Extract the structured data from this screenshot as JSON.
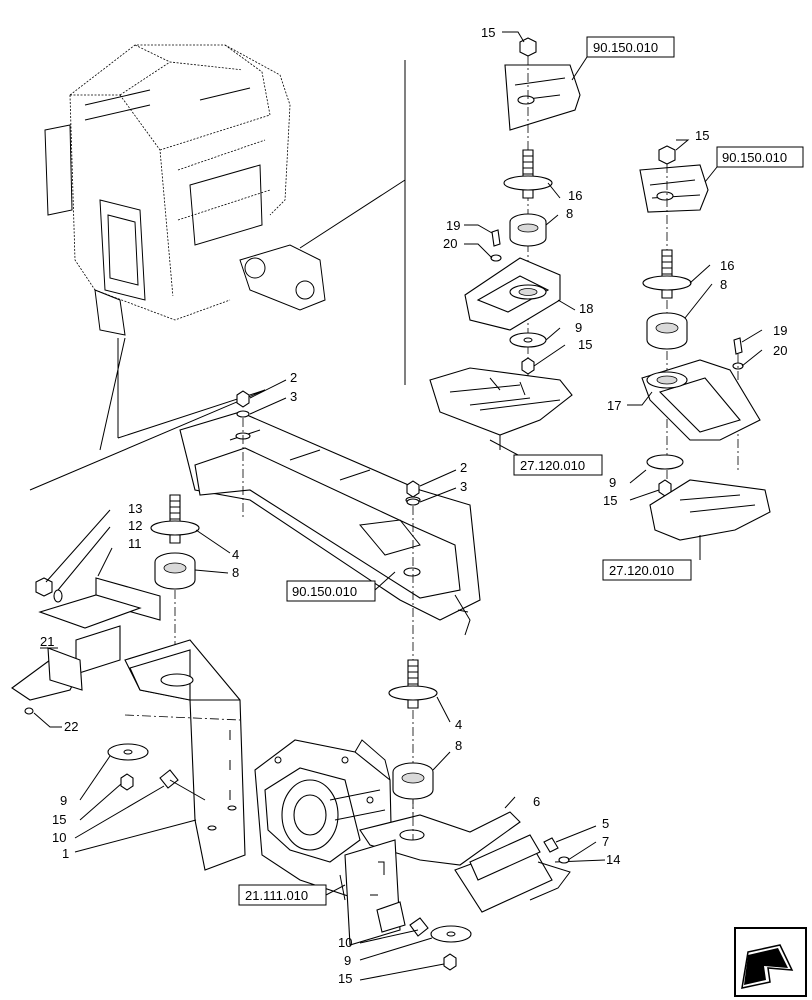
{
  "callouts": {
    "c15a": "15",
    "c16a": "16",
    "c8a": "8",
    "c19a": "19",
    "c20a": "20",
    "c18": "18",
    "c9a": "9",
    "c15b": "15",
    "c15c": "15",
    "c16b": "16",
    "c8b": "8",
    "c19b": "19",
    "c20b": "20",
    "c17": "17",
    "c9b": "9",
    "c15d": "15",
    "c2a": "2",
    "c3a": "3",
    "c2b": "2",
    "c3b": "3",
    "c13": "13",
    "c12": "12",
    "c11": "11",
    "c4a": "4",
    "c8c": "8",
    "c21": "21",
    "c22": "22",
    "c4b": "4",
    "c8d": "8",
    "c9c": "9",
    "c15e": "15",
    "c10a": "10",
    "c1": "1",
    "c6": "6",
    "c5": "5",
    "c7": "7",
    "c14": "14",
    "c10b": "10",
    "c9d": "9",
    "c15f": "15"
  },
  "refs": {
    "r1": "90.150.010",
    "r2": "90.150.010",
    "r3": "27.120.010",
    "r4": "27.120.010",
    "r5": "90.150.010",
    "r6": "21.111.010"
  },
  "icons": {
    "nav": "arrow-left-down-icon"
  }
}
